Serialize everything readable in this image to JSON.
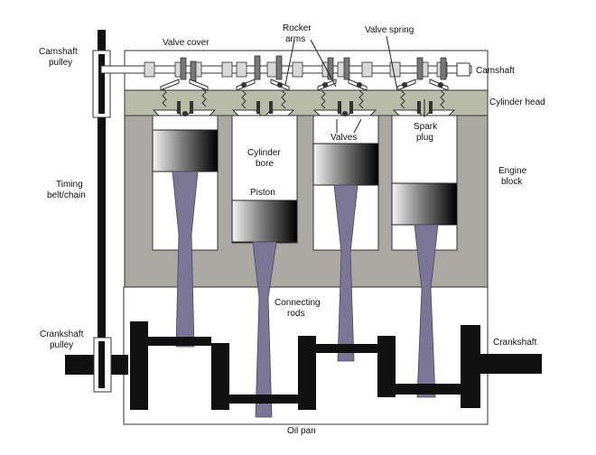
{
  "labels": {
    "camshaft_pulley": [
      "Camshaft",
      "pulley"
    ],
    "valve_cover": "Valve cover",
    "rocker_arms": [
      "Rocker",
      "arms"
    ],
    "valve_spring": "Valve spring",
    "camshaft": "Camshaft",
    "cylinder_head": "Cylinder head",
    "valves": "Valves",
    "spark_plug": [
      "Spark",
      "plug"
    ],
    "cylinder_bore": [
      "Cylinder",
      "bore"
    ],
    "engine_block": [
      "Engine",
      "block"
    ],
    "timing_belt": [
      "Timing",
      "belt/chain"
    ],
    "piston": "Piston",
    "connecting_rods": [
      "Connecting",
      "rods"
    ],
    "crankshaft_pulley": [
      "Crankshaft",
      "pulley"
    ],
    "crankshaft": "Crankshaft",
    "oil_pan": "Oil pan"
  },
  "colors": {
    "engine_block": "#a9a9a1",
    "cylinder_head": "#b9bba9",
    "connecting_rod": "#7b7596",
    "crankshaft": "#111111",
    "cam_lobe": "#d8d8d8",
    "outline": "#333333"
  }
}
